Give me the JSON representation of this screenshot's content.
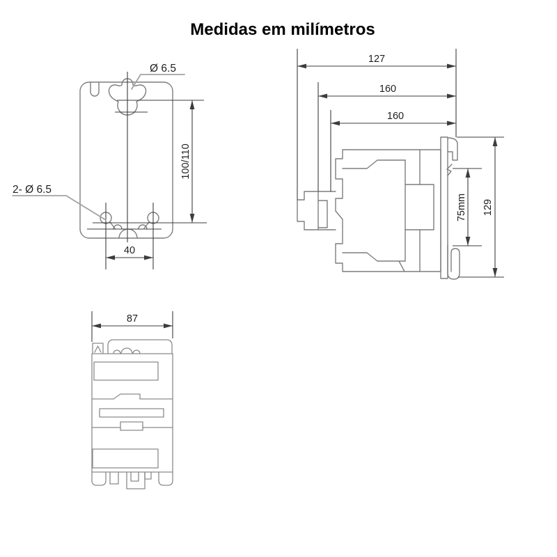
{
  "title": "Medidas em milímetros",
  "colors": {
    "background": "#ffffff",
    "part_line": "#7d7d7d",
    "dimension_line": "#3c3c3c",
    "leader_line": "#a2a2a2",
    "text": "#1f1f1f"
  },
  "views": {
    "mounting_plate": {
      "labels": {
        "top_hole_diameter": "Ø 6.5",
        "mounting_height": "100/110",
        "bottom_holes_diameter": "2- Ø 6.5",
        "bottom_holes_spacing": "40"
      }
    },
    "side": {
      "labels": {
        "depth_overall": "127",
        "depth_upper": "160",
        "depth_lower": "160",
        "rail_section_height": "75mm",
        "height_overall": "129"
      }
    },
    "front": {
      "labels": {
        "width": "87"
      }
    }
  }
}
